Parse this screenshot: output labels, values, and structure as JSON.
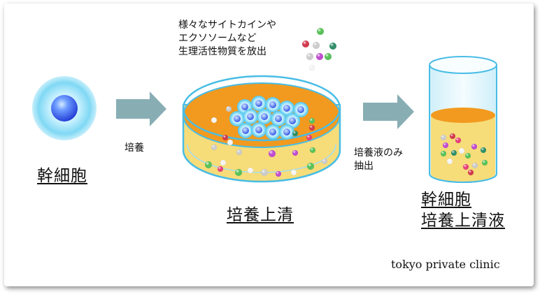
{
  "labels": {
    "stem_cell": "幹細胞",
    "culture": "培養",
    "supernatant": "培養上清",
    "extract_line1": "培養液のみ",
    "extract_line2": "抽出",
    "result_line1": "幹細胞",
    "result_line2": "培養上清液",
    "release_line1": "様々なサイトカインや",
    "release_line2": "エクソソームなど",
    "release_line3": "生理活性物質を放出",
    "brand": "tokyo private clinic"
  },
  "colors": {
    "arrow": "#88aeb4",
    "medium_orange": "#f29a1f",
    "medium_yellow": "#f7dc7a",
    "dish_glass": "#c8eef8",
    "cell_glow": "#7fd8f4",
    "cell_nucleus": "#3358ee",
    "beads": [
      "#e8407a",
      "#59c259",
      "#c04dd0",
      "#d23a4e",
      "#2f8f6a",
      "#cccccc",
      "#f4f4f4"
    ]
  }
}
